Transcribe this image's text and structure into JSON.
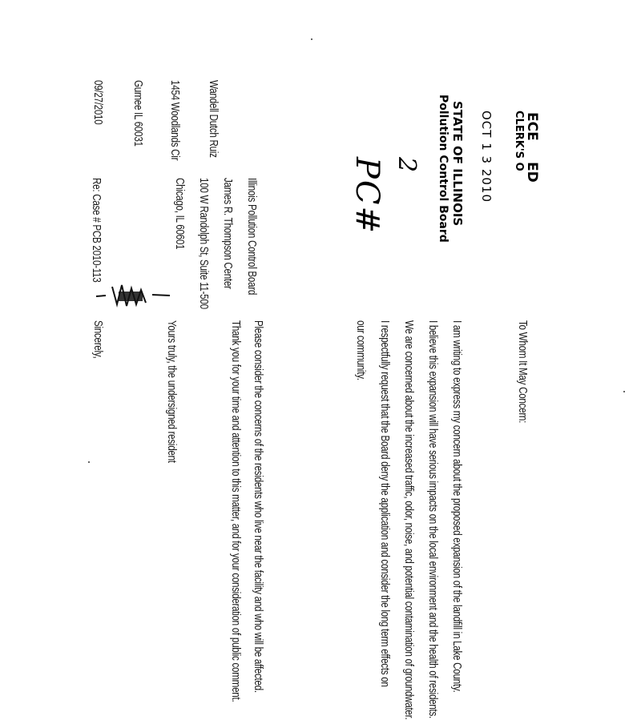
{
  "stamp": {
    "line1": "ECE",
    "line1_right": "ED",
    "line2": "CLERK'S O",
    "date": "OCT 1 3 2010",
    "state": "STATE OF ILLINOIS",
    "board": "Pollution Control Board"
  },
  "handwriting": {
    "mark1": "2",
    "mark2": "PC#"
  },
  "sender": {
    "name": "Wandell Dutch Ruiz",
    "street": "1454 Woodlands Cir",
    "city": "Gurnee IL 60031",
    "date": "09/27/2010"
  },
  "recipient": {
    "org": "Illinois Pollution Control Board",
    "building": "James R. Thompson Center",
    "street": "100 W Randolph St, Suite 11-500",
    "city": "Chicago, IL 60601",
    "ref": "Re: Case # PCB 2010-113"
  },
  "letter": {
    "salutation": "To Whom It May Concern:",
    "para1": [
      "I am writing to express my concern about the proposed expansion of the landfill in Lake County.",
      "I believe this expansion will have serious impacts on the local environment and the health of residents.",
      "We are concerned about the increased traffic, odor, noise, and potential contamination of groundwater.",
      "I respectfully request that the Board deny the application and consider the long term effects on",
      "our community."
    ],
    "para2": [
      "Please consider the concerns of the residents who live near the facility and who will be affected.",
      "Thank you for your time and attention to this matter, and for your consideration of public comment."
    ],
    "para3": "Yours truly, the undersigned resident",
    "closing": "Sincerely,"
  }
}
